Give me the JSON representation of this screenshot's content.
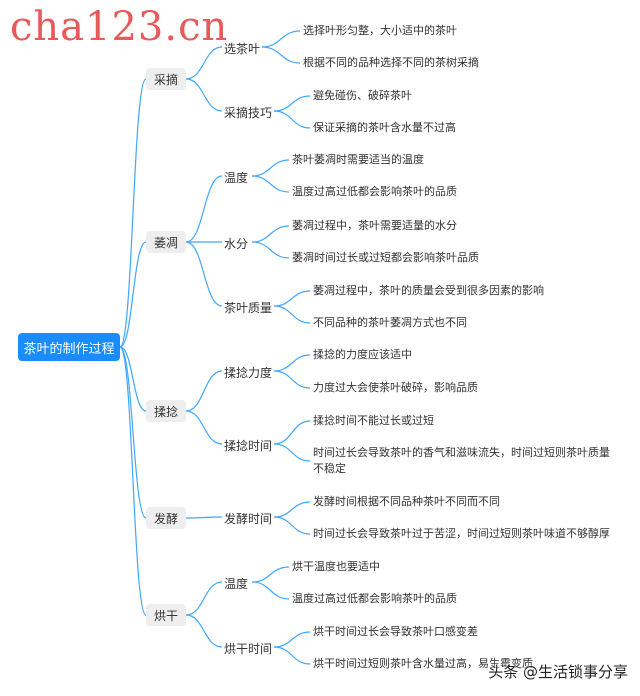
{
  "watermark": "cha123.cn",
  "root": "茶叶的制作过程",
  "branches": [
    {
      "label": "采摘",
      "children": [
        {
          "label": "选茶叶",
          "leaves": [
            "选择叶形匀整，大小适中的茶叶",
            "根据不同的品种选择不同的茶树采摘"
          ]
        },
        {
          "label": "采摘技巧",
          "leaves": [
            "避免碰伤、破碎茶叶",
            "保证采摘的茶叶含水量不过高"
          ]
        }
      ]
    },
    {
      "label": "萎凋",
      "children": [
        {
          "label": "温度",
          "leaves": [
            "茶叶萎凋时需要适当的温度",
            "温度过高过低都会影响茶叶的品质"
          ]
        },
        {
          "label": "水分",
          "leaves": [
            "萎凋过程中，茶叶需要适量的水分",
            "萎凋时间过长或过短都会影响茶叶品质"
          ]
        },
        {
          "label": "茶叶质量",
          "leaves": [
            "萎凋过程中，茶叶的质量会受到很多因素的影响",
            "不同品种的茶叶萎凋方式也不同"
          ]
        }
      ]
    },
    {
      "label": "揉捻",
      "children": [
        {
          "label": "揉捻力度",
          "leaves": [
            "揉捻的力度应该适中",
            "力度过大会使茶叶破碎，影响品质"
          ]
        },
        {
          "label": "揉捻时间",
          "leaves": [
            "揉捻时间不能过长或过短",
            "时间过长会导致茶叶的香气和滋味流失，时间过短则茶叶质量不稳定"
          ]
        }
      ]
    },
    {
      "label": "发酵",
      "children": [
        {
          "label": "发酵时间",
          "leaves": [
            "发酵时间根据不同品种茶叶不同而不同",
            "时间过长会导致茶叶过于苦涩，时间过短则茶叶味道不够醇厚"
          ]
        }
      ]
    },
    {
      "label": "烘干",
      "children": [
        {
          "label": "温度",
          "leaves": [
            "烘干温度也要适中",
            "温度过高过低都会影响茶叶的品质"
          ]
        },
        {
          "label": "烘干时间",
          "leaves": [
            "烘干时间过长会导致茶叶口感变差",
            "烘干时间过短则茶叶含水量过高，易生霉变质"
          ]
        }
      ]
    }
  ],
  "footer_brand": "头条 @生活锁事分享",
  "colors": {
    "root": "#1a8cff",
    "link": "#3fa7ff",
    "watermark": "#e85a5a"
  }
}
